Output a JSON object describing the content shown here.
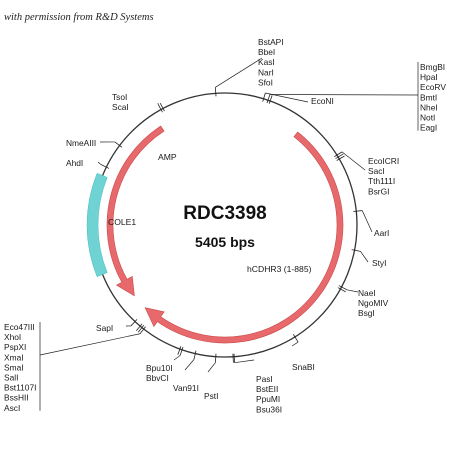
{
  "permission_note": "with permission from R&D Systems",
  "plasmid": {
    "name": "RDC3398",
    "size_label": "5405 bps"
  },
  "features": [
    {
      "label": "AMP",
      "color": "#e8696b",
      "kind": "arrow"
    },
    {
      "label": "hCDHR3 (1-885)",
      "color": "#e8696b",
      "kind": "arrow"
    },
    {
      "label": "COLE1",
      "color": "#6fd3d3",
      "kind": "block"
    }
  ],
  "site_groups": [
    {
      "labels": [
        "BstAPI",
        "BbeI",
        "KasI",
        "NarI",
        "SfoI"
      ]
    },
    {
      "labels": [
        "BmgBI",
        "HpaI",
        "EcoRV",
        "BmtI",
        "NheI",
        "NotI",
        "EagI"
      ]
    },
    {
      "labels": [
        "EcoNI"
      ]
    },
    {
      "labels": [
        "EcoICRI",
        "SacI",
        "Tth111I",
        "BsrGI"
      ]
    },
    {
      "labels": [
        "AarI"
      ]
    },
    {
      "labels": [
        "StyI"
      ]
    },
    {
      "labels": [
        "NaeI",
        "NgoMIV",
        "BsgI"
      ]
    },
    {
      "labels": [
        "SnaBI"
      ]
    },
    {
      "labels": [
        "PasI",
        "BstEII",
        "PpuMI",
        "Bsu36I"
      ]
    },
    {
      "labels": [
        "PstI"
      ]
    },
    {
      "labels": [
        "Van91I"
      ]
    },
    {
      "labels": [
        "Bpu10I",
        "BbvCI"
      ]
    },
    {
      "labels": [
        "SapI"
      ]
    },
    {
      "labels": [
        "Eco47III",
        "XhoI",
        "PspXI",
        "XmaI",
        "SmaI",
        "SalI",
        "Bst1107I",
        "BssHII",
        "AscI"
      ]
    },
    {
      "labels": [
        "AhdI"
      ]
    },
    {
      "labels": [
        "NmeAIII"
      ]
    },
    {
      "labels": [
        "TsoI",
        "ScaI"
      ]
    }
  ]
}
